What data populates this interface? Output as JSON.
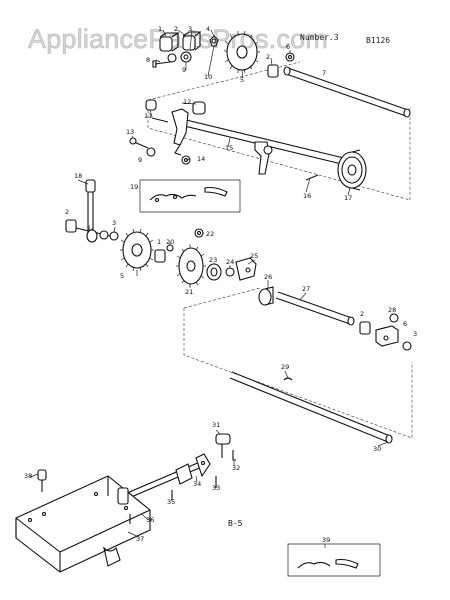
{
  "watermark": "AppliancePartsPros.com",
  "header": {
    "text_a": "Number.3",
    "text_b": "B1126"
  },
  "page_code": "B-5",
  "callouts": [
    "1",
    "2",
    "3",
    "4",
    "5",
    "6",
    "7",
    "8",
    "9",
    "10",
    "11",
    "12",
    "13",
    "14",
    "15",
    "16",
    "17",
    "18",
    "19",
    "20",
    "21",
    "22",
    "23",
    "24",
    "25",
    "26",
    "27",
    "28",
    "29",
    "30",
    "31",
    "32",
    "33",
    "34",
    "35",
    "36",
    "37",
    "38",
    "39"
  ]
}
